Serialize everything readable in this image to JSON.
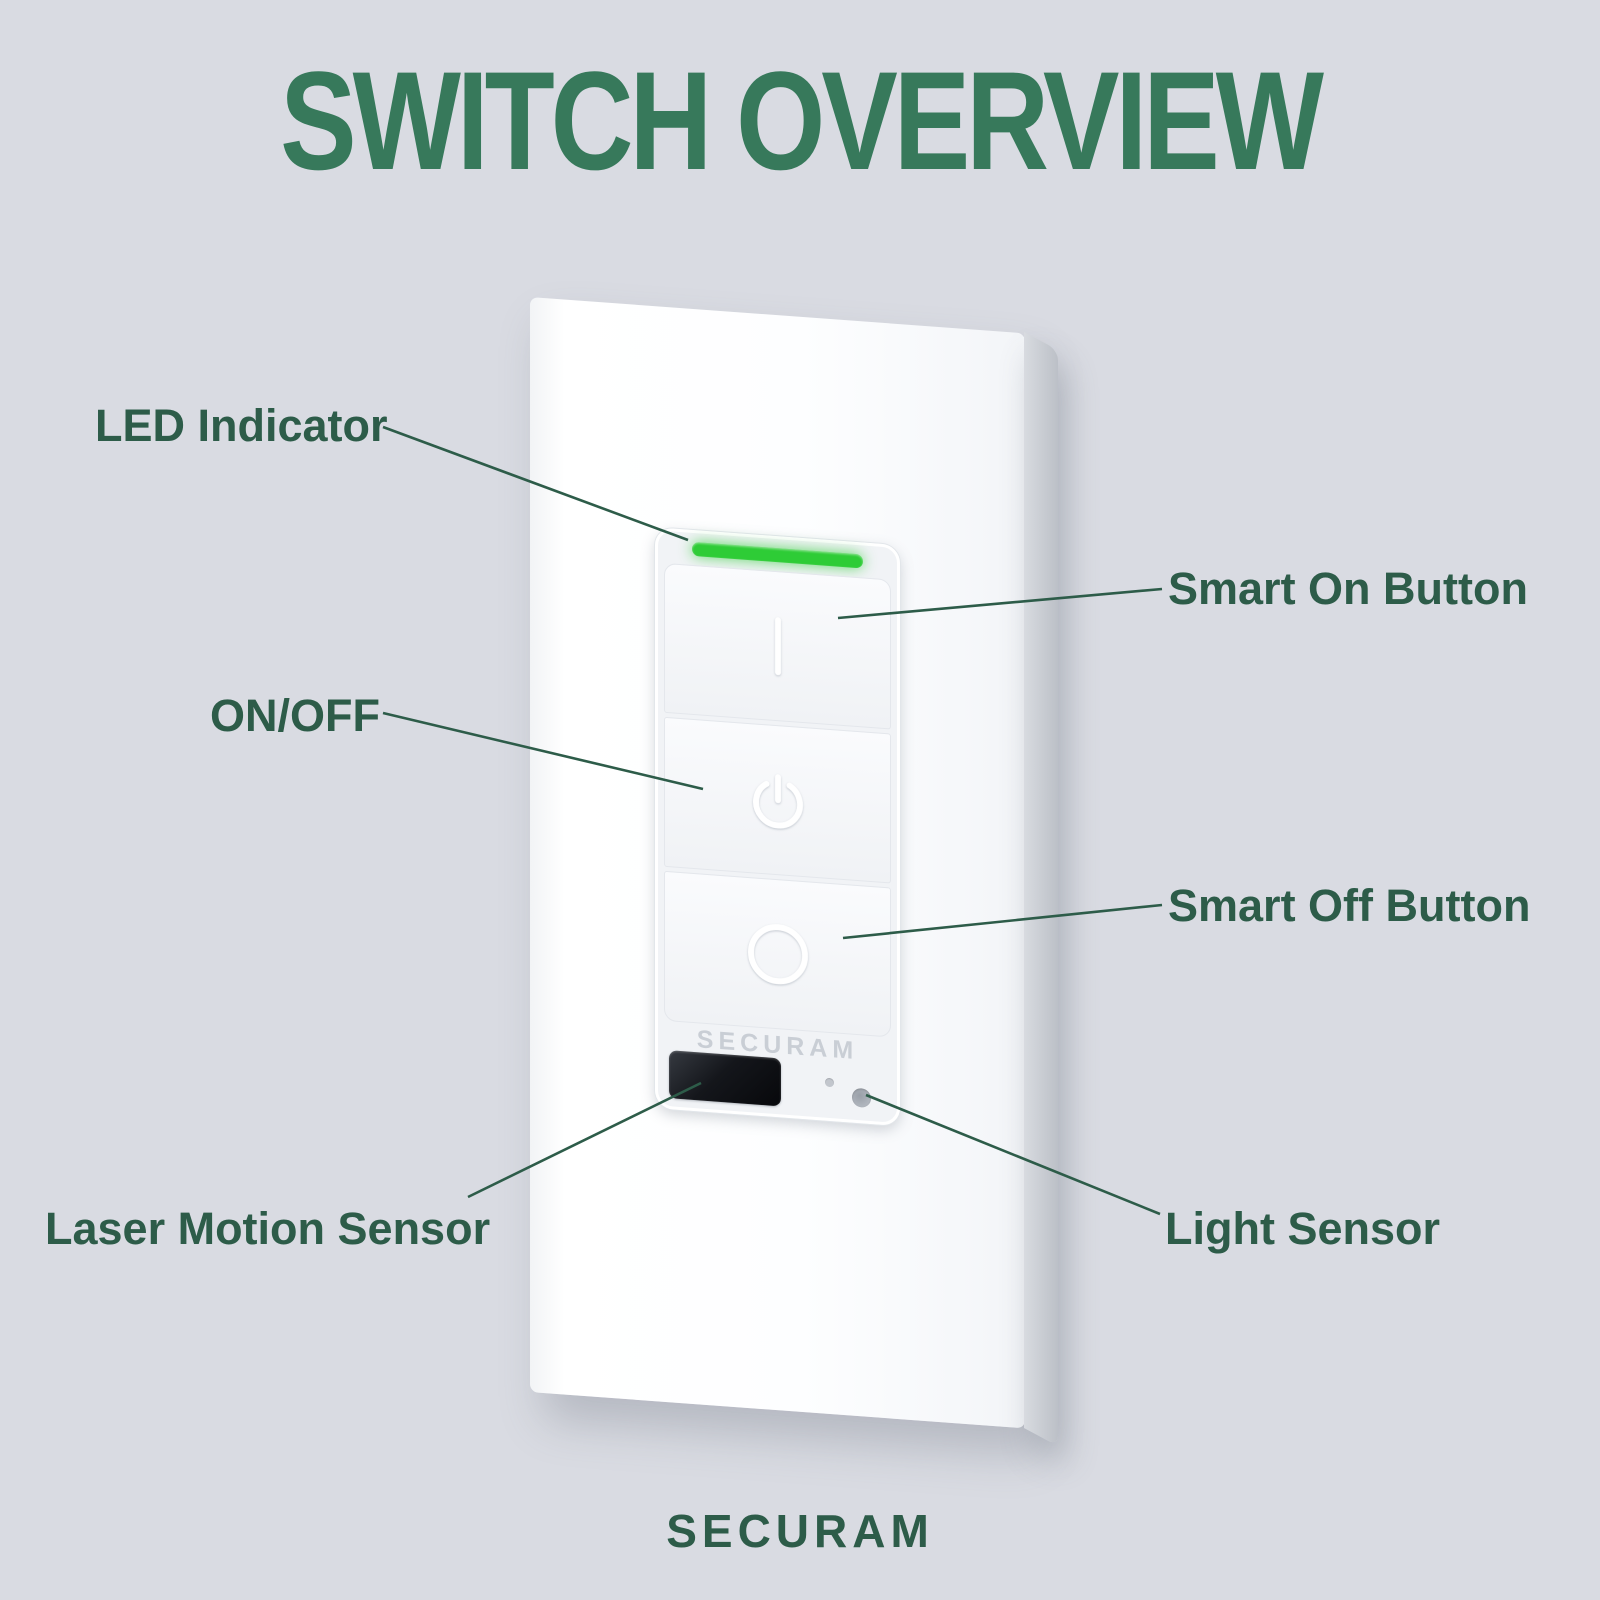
{
  "title": "SWITCH OVERVIEW",
  "footer_brand": "SECURAM",
  "device": {
    "brand_label": "SECURAM"
  },
  "colors": {
    "background": "#d9dbe2",
    "title_green": "#37795b",
    "label_green": "#2d5c49",
    "led_green": "#2ecc36"
  },
  "callouts": {
    "led": {
      "label": "LED Indicator"
    },
    "smart_on": {
      "label": "Smart On Button"
    },
    "on_off": {
      "label": "ON/OFF"
    },
    "smart_off": {
      "label": "Smart Off Button"
    },
    "laser": {
      "label": "Laser Motion Sensor"
    },
    "light": {
      "label": "Light Sensor"
    }
  }
}
